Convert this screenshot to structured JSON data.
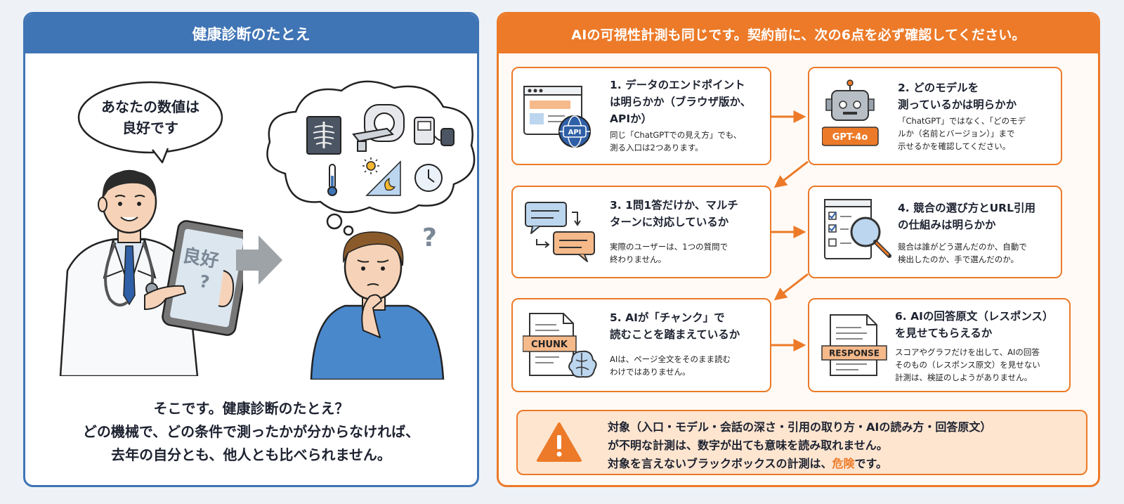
{
  "left": {
    "header": "健康診断のたとえ",
    "speech": "あなたの数値は\n良好です",
    "tablet_text": "良好",
    "tablet_q": "?",
    "patient_q": "?",
    "caption": "そこです。健康診断のたとえ？\nどの機械で、どの条件で測ったかが分からなければ、\n去年の自分とも、他人とも比べられません。"
  },
  "right": {
    "header": "AIの可視性計測も同じです。契約前に、次の6点を必ず確認してください。",
    "cards": [
      {
        "title": "1. データのエンドポイント\nは明らかか（ブラウザ版か、\nAPIか）",
        "desc": "同じ「ChatGPTでの見え方」でも、\n測る入口は2つあります。",
        "icon_label": "API"
      },
      {
        "title": "2. どのモデルを\n測っているかは明らかか",
        "desc": "「ChatGPT」ではなく、「どのモデ\nルか（名前とバージョン）」まで\n示せるかを確認してください。",
        "icon_label": "GPT-4o"
      },
      {
        "title": "3. 1問1答だけか、マルチ\nターンに対応しているか",
        "desc": "実際のユーザーは、1つの質問で\n終わりません。",
        "icon_label": ""
      },
      {
        "title": "4. 競合の選び方とURL引用\nの仕組みは明らかか",
        "desc": "競合は誰がどう選んだのか、自動で\n検出したのか、手で選んだのか。",
        "icon_label": ""
      },
      {
        "title": "5. AIが「チャンク」で\n読むことを踏まえているか",
        "desc": "AIは、ページ全文をそのまま読む\nわけではありません。",
        "icon_label": "CHUNK"
      },
      {
        "title": "6. AIの回答原文（レスポンス）\nを見せてもらえるか",
        "desc": "スコアやグラフだけを出して、AIの回答\nそのもの（レスポンス原文）を見せない\n計測は、検証のしようがありません。",
        "icon_label": "RESPONSE"
      }
    ],
    "warning": {
      "line1": "対象（入口・モデル・会話の深さ・引用の取り方・AIの読み方・回答原文）",
      "line2": "が不明な計測は、数字が出ても意味を読み取れません。",
      "line3_prefix": "対象を言えないブラックボックスの計測は、",
      "line3_danger": "危険",
      "line3_suffix": "です。"
    }
  },
  "colors": {
    "blue": "#3f74b5",
    "orange": "#ec7a28",
    "warn_bg": "#fde5d0"
  }
}
